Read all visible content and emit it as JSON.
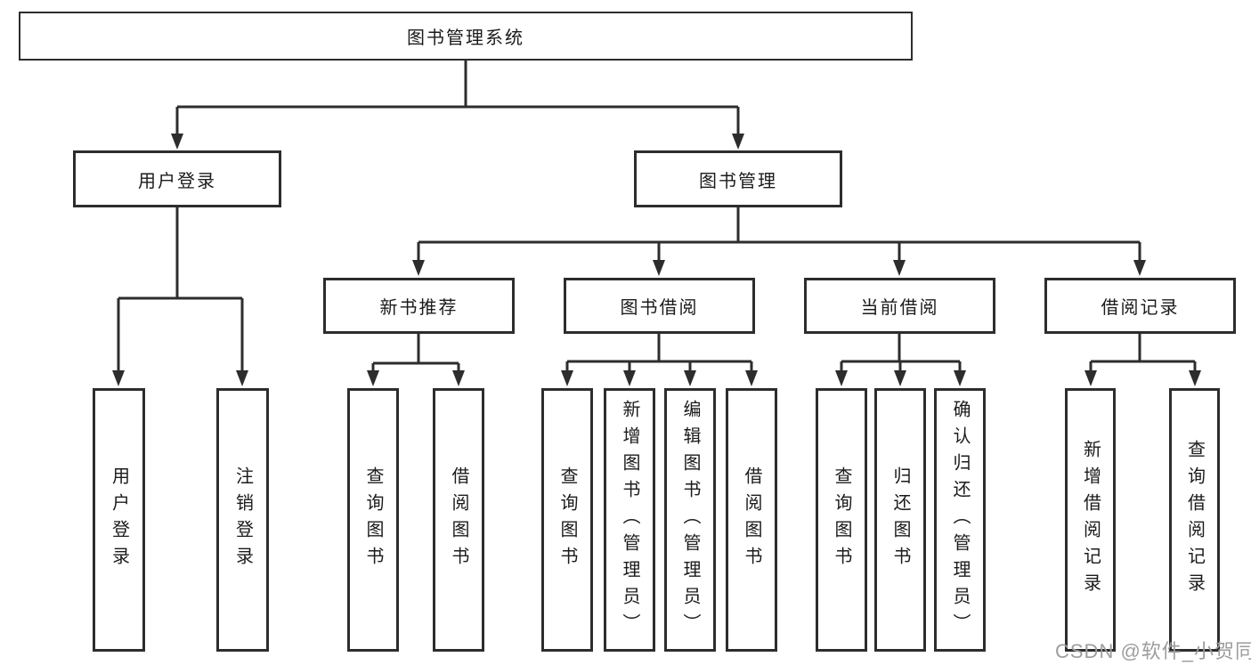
{
  "colors": {
    "line": "#2d2d2d",
    "box_border": "#2d2d2d",
    "text": "#1b1b1b",
    "background": "#ffffff",
    "watermark": "#9d9d9d"
  },
  "tree": {
    "root": {
      "label": "图书管理系统"
    },
    "login": {
      "label": "用户登录",
      "children": [
        {
          "label": "用户登录"
        },
        {
          "label": "注销登录"
        }
      ]
    },
    "mgmt": {
      "label": "图书管理",
      "children": [
        {
          "label": "新书推荐",
          "children": [
            {
              "label": "查询图书"
            },
            {
              "label": "借阅图书"
            }
          ]
        },
        {
          "label": "图书借阅",
          "children": [
            {
              "label": "查询图书"
            },
            {
              "label": "新增图书（管理员）"
            },
            {
              "label": "编辑图书（管理员）"
            },
            {
              "label": "借阅图书"
            }
          ]
        },
        {
          "label": "当前借阅",
          "children": [
            {
              "label": "查询图书"
            },
            {
              "label": "归还图书"
            },
            {
              "label": "确认归还（管理员）"
            }
          ]
        },
        {
          "label": "借阅记录",
          "children": [
            {
              "label": "新增借阅记录"
            },
            {
              "label": "查询借阅记录"
            }
          ]
        }
      ]
    }
  },
  "watermark": {
    "text": "CSDN @软件_小贺同学"
  }
}
